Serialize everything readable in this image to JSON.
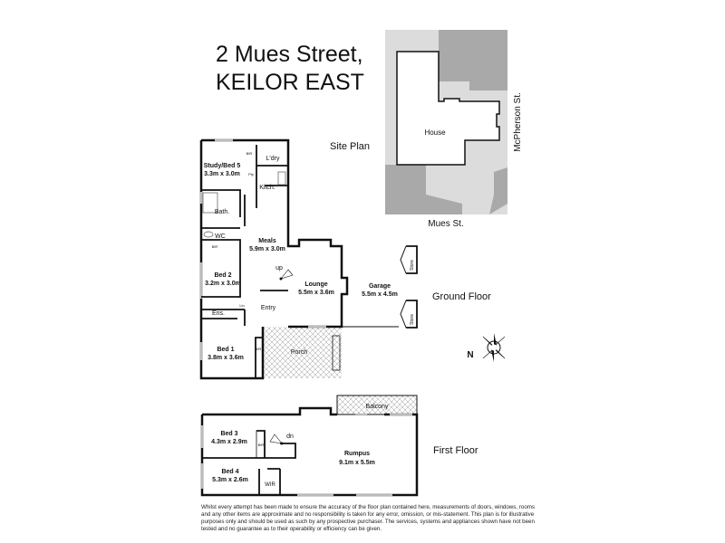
{
  "title": {
    "line1": "2 Mues Street,",
    "line2": "KEILOR EAST"
  },
  "site_plan": {
    "label": "Site Plan",
    "house": "House",
    "street_bottom": "Mues St.",
    "street_right": "McPherson St."
  },
  "ground_floor": {
    "label": "Ground Floor",
    "rooms": [
      {
        "name": "Study/Bed 5",
        "size": "3.3m x 3.0m"
      },
      {
        "name": "L'dry",
        "size": ""
      },
      {
        "name": "Kitch.",
        "size": ""
      },
      {
        "name": "Bath.",
        "size": ""
      },
      {
        "name": "WC",
        "size": ""
      },
      {
        "name": "Meals",
        "size": "5.9m x 3.0m"
      },
      {
        "name": "Bed 2",
        "size": "3.2m x 3.0m"
      },
      {
        "name": "Lounge",
        "size": "5.5m x 3.6m"
      },
      {
        "name": "Garage",
        "size": "5.5m x 4.5m"
      },
      {
        "name": "Ens.",
        "size": ""
      },
      {
        "name": "Entry",
        "size": ""
      },
      {
        "name": "Bed 1",
        "size": "3.8m x 3.6m"
      },
      {
        "name": "Porch",
        "size": ""
      }
    ],
    "small_labels": {
      "bir": "BIR",
      "pty": "Pty",
      "lin": "Lin",
      "store": "Store",
      "up": "up"
    }
  },
  "first_floor": {
    "label": "First Floor",
    "rooms": [
      {
        "name": "Balcony",
        "size": ""
      },
      {
        "name": "Bed 3",
        "size": "4.3m x 2.9m"
      },
      {
        "name": "Rumpus",
        "size": "9.1m x 5.5m"
      },
      {
        "name": "Bed 4",
        "size": "5.3m x 2.6m"
      },
      {
        "name": "WIR",
        "size": ""
      }
    ],
    "small_labels": {
      "bir": "BIR",
      "dn": "dn"
    }
  },
  "compass": {
    "north_label": "N"
  },
  "colors": {
    "site_dark": "#a9a9a9",
    "site_light": "#dcdcdc",
    "wall": "#111111",
    "window": "#bbbbbb"
  },
  "disclaimer": "Whilst every attempt has been made to ensure the accuracy of the floor plan contained here, measurements of doors, windows, rooms and any other items are approximate and no responsibility is taken for any error, omission, or mis-statement. This plan is for illustrative purposes only and should be used as such by any prospective purchaser. The services, systems and appliances shown have not been tested and no guarantee as to their operability or efficiency can be given."
}
